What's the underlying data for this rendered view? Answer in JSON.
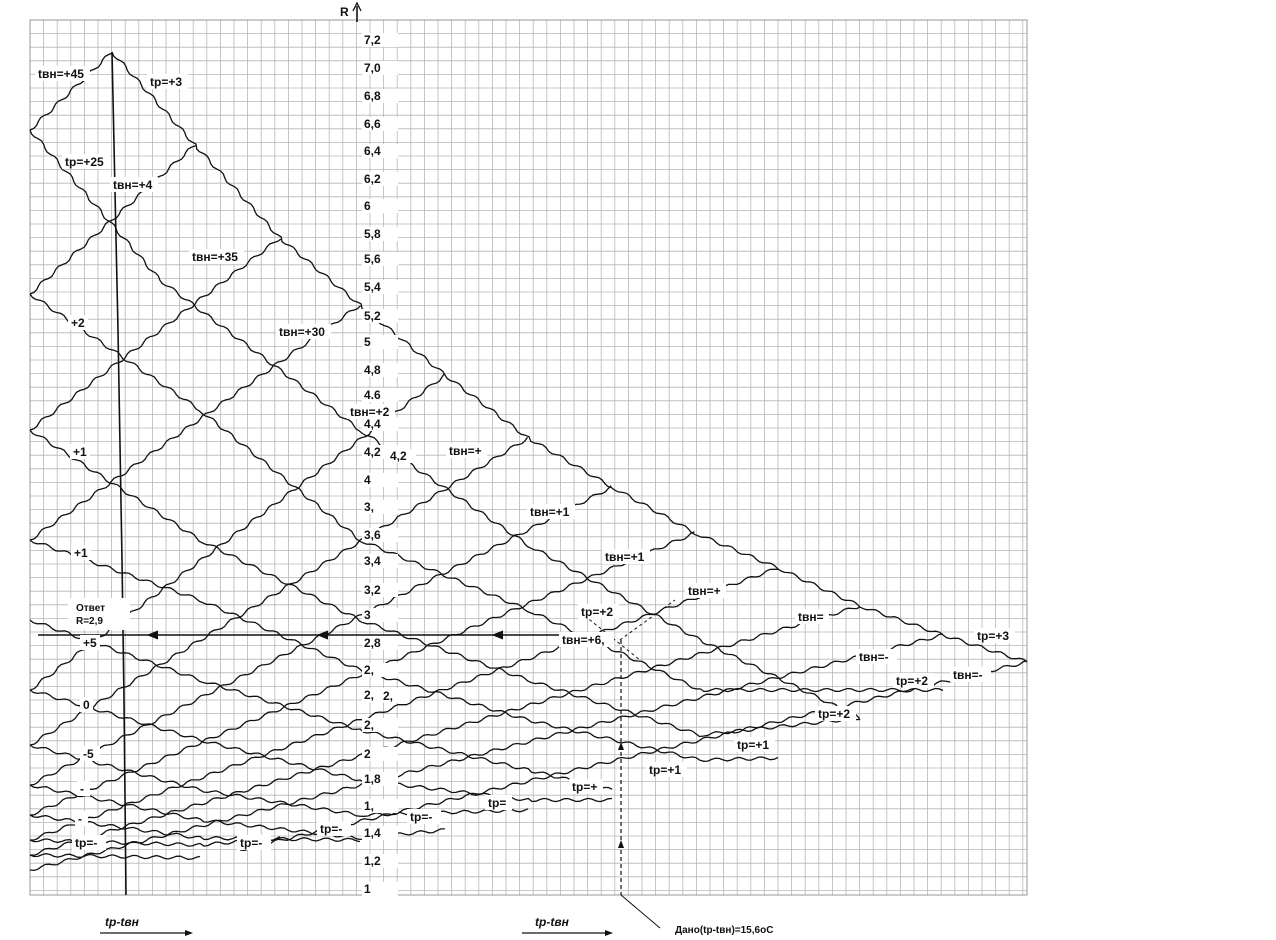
{
  "chart_data": {
    "type": "line",
    "ylabel": "R",
    "y_ticks": [
      "7,2",
      "7,0",
      "6,8",
      "6,6",
      "6,4",
      "6,2",
      "6",
      "5,8",
      "5,6",
      "5,4",
      "5,2",
      "5",
      "4,8",
      "4.6",
      "4,4",
      "4,2",
      "4",
      "3,",
      "3,6",
      "3,4",
      "3,2",
      "3",
      "2,8",
      "2,",
      "2,",
      "2,",
      "2",
      "1,8",
      "1,",
      "1,4",
      "1,2",
      "1"
    ],
    "xlabel_left": "tр-tвн",
    "xlabel_right": "tр-tвн",
    "given": "Дано(tр-tвн)=15,6оС",
    "answer_line1": "Ответ",
    "answer_line2": "R=2,9",
    "answer_value": 2.9,
    "given_value": 15.6,
    "labels": [
      {
        "id": "l1",
        "text": "tвн=+45"
      },
      {
        "id": "l2",
        "text": "tр=+3"
      },
      {
        "id": "l3",
        "text": "tр=+25"
      },
      {
        "id": "l4",
        "text": "tвн=+4"
      },
      {
        "id": "l5",
        "text": "tвн=+35"
      },
      {
        "id": "l6",
        "text": "+2"
      },
      {
        "id": "l7",
        "text": "tвн=+30"
      },
      {
        "id": "l8",
        "text": "tвн=+2"
      },
      {
        "id": "l9",
        "text": "+1"
      },
      {
        "id": "l10",
        "text": "tвн=+"
      },
      {
        "id": "l11",
        "text": "tвн=+1"
      },
      {
        "id": "l12",
        "text": "+1"
      },
      {
        "id": "l13",
        "text": "tвн=+1"
      },
      {
        "id": "l14",
        "text": "tвн=+"
      },
      {
        "id": "l15",
        "text": "tр=+2"
      },
      {
        "id": "l16",
        "text": "tвн="
      },
      {
        "id": "l17",
        "text": "tвн=+6,"
      },
      {
        "id": "l18",
        "text": "tр=+3"
      },
      {
        "id": "l19",
        "text": "+5"
      },
      {
        "id": "l20",
        "text": "tвн=-"
      },
      {
        "id": "l21",
        "text": "tвн=-"
      },
      {
        "id": "l22",
        "text": "tр=+2"
      },
      {
        "id": "l23",
        "text": "0"
      },
      {
        "id": "l24",
        "text": "tр=+2"
      },
      {
        "id": "l25",
        "text": "-5"
      },
      {
        "id": "l26",
        "text": "tр=+1"
      },
      {
        "id": "l27",
        "text": "tр=+1"
      },
      {
        "id": "l28",
        "text": "-"
      },
      {
        "id": "l29",
        "text": "tр=+"
      },
      {
        "id": "l30",
        "text": "tр="
      },
      {
        "id": "l31",
        "text": "-"
      },
      {
        "id": "l32",
        "text": "tр=-"
      },
      {
        "id": "l33",
        "text": "tр=-"
      },
      {
        "id": "l34",
        "text": "tр=-"
      },
      {
        "id": "l35",
        "text": "tр=-"
      }
    ]
  }
}
